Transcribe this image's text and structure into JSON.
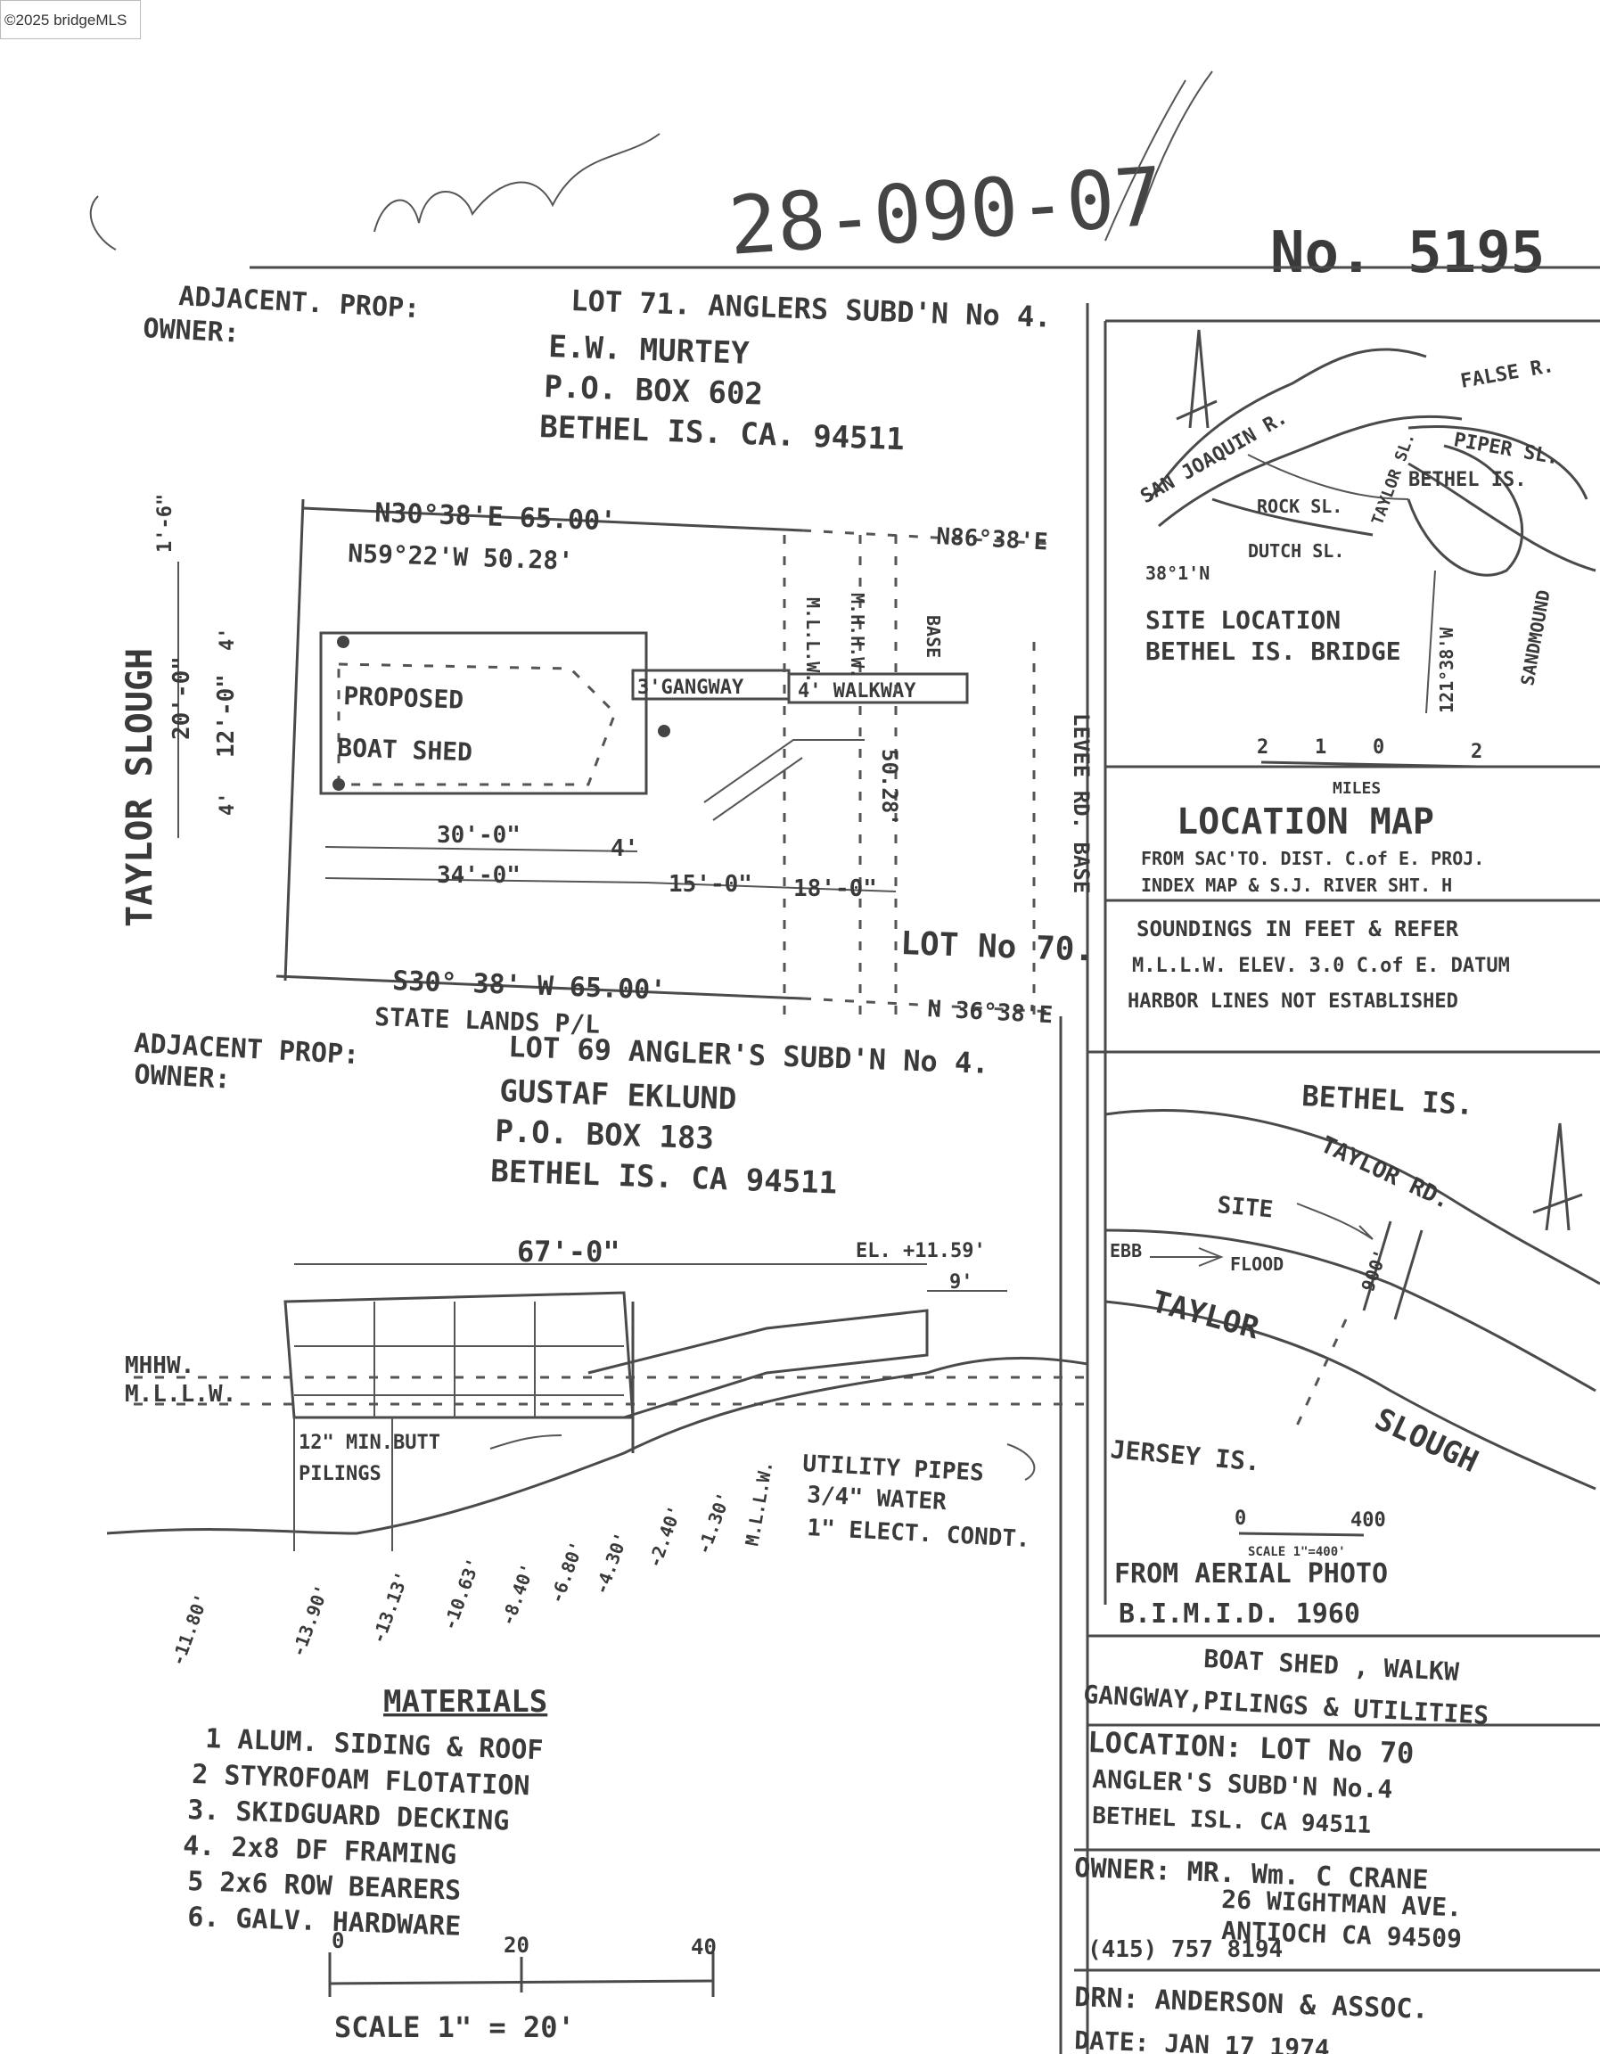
{
  "watermark": "©2025 bridgeMLS",
  "header": {
    "parcel_number": "28-090-07",
    "drawing_number": "No. 5195"
  },
  "adjacent_top": {
    "label_1": "ADJACENT. PROP:",
    "label_2": "OWNER:",
    "lot": "LOT 71. ANGLERS SUBD'N No 4.",
    "name": "E.W. MURTEY",
    "po_box": "P.O. BOX 602",
    "city": "BETHEL IS. CA. 94511"
  },
  "plan": {
    "slough_label": "TAYLOR SLOUGH",
    "bearing_top": "N30°38'E 65.00'",
    "bearing_inner": "N59°22'W 50.28'",
    "bearing_right_top": "N86°38'E",
    "bearing_bottom": "S30° 38' W 65.00'",
    "bearing_right_bottom": "N 36°38'E",
    "dim_vertical_total": "20'-0\"",
    "dim_vertical_inner": "12'-0\"",
    "dim_top_gap": "4'",
    "dim_bottom_gap": "4'",
    "dim_top_small": "1'-6\"",
    "boat_shed_label_1": "PROPOSED",
    "boat_shed_label_2": "BOAT SHED",
    "gangway_label": "3'GANGWAY",
    "walkway_label": "4' WALKWAY",
    "dim_30": "30'-0\"",
    "dim_34": "34'-0\"",
    "dim_4": "4'",
    "dim_15": "15'-0\"",
    "dim_18": "18'-0\"",
    "dim_50_28": "50.28'",
    "line_mllw": "M.L.L.W.",
    "line_mhhw": "M.H.H.W.",
    "line_base": "BASE",
    "levee_label": "LEVEE RD. BASE",
    "lot_label": "LOT No 70.",
    "state_lands": "STATE LANDS P/L"
  },
  "adjacent_bottom": {
    "label_1": "ADJACENT PROP:",
    "label_2": "OWNER:",
    "lot": "LOT 69 ANGLER'S SUBD'N No 4.",
    "name": "GUSTAF EKLUND",
    "po_box": "P.O. BOX 183",
    "city": "BETHEL IS. CA 94511"
  },
  "location_map": {
    "labels": [
      "SAN JOAQUIN R.",
      "FALSE R.",
      "PIPER SL.",
      "BETHEL IS.",
      "DUTCH SL.",
      "SANDMOUND",
      "ROCK SL.",
      "TAYLOR SL.",
      "38°1'N",
      "121°38'W"
    ],
    "site_1": "SITE LOCATION",
    "site_2": "BETHEL IS. BRIDGE",
    "scale_ticks": [
      "2",
      "1",
      "0",
      "2"
    ],
    "scale_unit": "MILES",
    "title": "LOCATION MAP",
    "source_1": "FROM SAC'TO. DIST. C.of E. PROJ.",
    "source_2": "INDEX MAP & S.J. RIVER SHT. H",
    "notes": [
      "SOUNDINGS IN FEET & REFER",
      "M.L.L.W. ELEV. 3.0 C.of E. DATUM",
      "HARBOR LINES NOT ESTABLISHED"
    ]
  },
  "site_map": {
    "bethel": "BETHEL IS.",
    "road": "TAYLOR RD.",
    "site": "SITE",
    "ebb": "EBB",
    "flood": "FLOOD",
    "taylor": "TAYLOR",
    "slough": "SLOUGH",
    "jersey": "JERSEY IS.",
    "distance": "900'",
    "scale_start": "0",
    "scale_end": "400",
    "scale_label": "SCALE 1\"=400'",
    "photo_1": "FROM AERIAL PHOTO",
    "photo_2": "B.I.M.I.D. 1960"
  },
  "section": {
    "dim_67": "67'-0\"",
    "elevation": "EL. +11.59'",
    "dim_9": "9'",
    "mhhw": "MHHW.",
    "mllw": "M.L.L.W.",
    "pilings_1": "12\" MIN.BUTT",
    "pilings_2": "PILINGS",
    "utility_1": "UTILITY PIPES",
    "utility_2": "3/4\" WATER",
    "utility_3": "1\" ELECT. CONDT.",
    "soundings": [
      "-11.80'",
      "-13.90'",
      "-13.13'",
      "-10.63'",
      "-8.40'",
      "-6.80'",
      "-4.30'",
      "-2.40'",
      "-1.30'",
      "M.L.L.W."
    ]
  },
  "materials": {
    "title": "MATERIALS",
    "items": [
      "1  ALUM. SIDING & ROOF",
      "2  STYROFOAM FLOTATION",
      "3. SKIDGUARD DECKING",
      "4. 2x8 DF FRAMING",
      "5  2x6 ROW BEARERS",
      "6. GALV. HARDWARE"
    ],
    "scale_ticks": [
      "0",
      "20",
      "40"
    ],
    "scale_label": "SCALE  1\" = 20'"
  },
  "title_block": {
    "project_1": "BOAT SHED , WALKW",
    "project_2": "GANGWAY,PILINGS & UTILITIES",
    "location_1": "LOCATION: LOT No 70",
    "location_2": "ANGLER'S SUBD'N No.4",
    "location_3": "BETHEL ISL. CA  94511",
    "owner_1": "OWNER: MR. Wm. C CRANE",
    "owner_2": "26 WIGHTMAN AVE.",
    "owner_3": "ANTIOCH CA 94509",
    "owner_phone": "(415) 757 8194",
    "drawn": "DRN: ANDERSON & ASSOC.",
    "date": "DATE: JAN 17 1974"
  }
}
